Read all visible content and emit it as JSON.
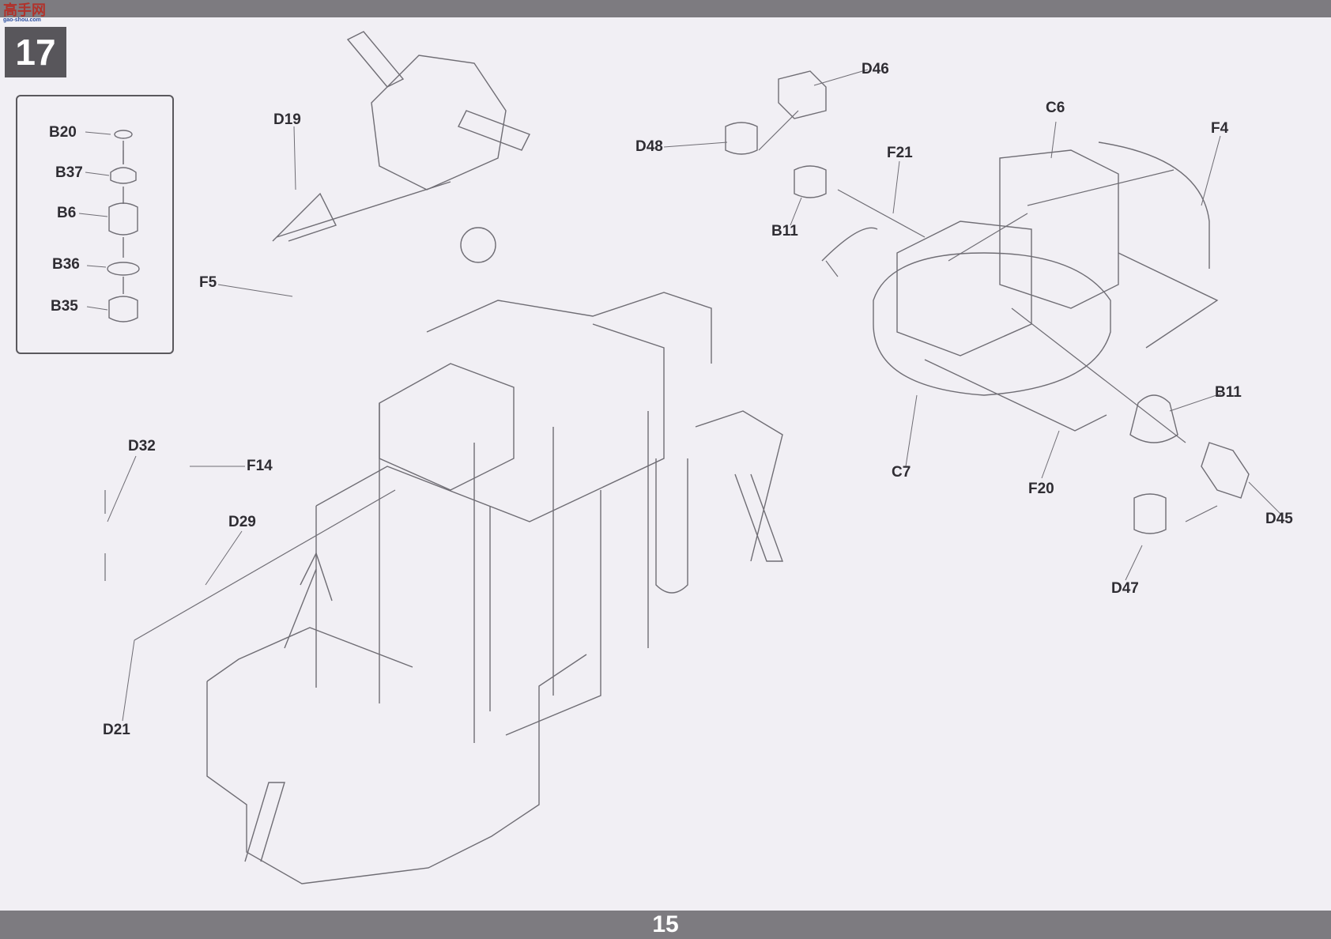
{
  "header": {
    "step_number": "17",
    "watermark_text": "高手网",
    "watermark_sub": "gao-shou.com"
  },
  "footer": {
    "page_number": "15"
  },
  "part_labels": {
    "B20": "B20",
    "B37": "B37",
    "B6": "B6",
    "B36": "B36",
    "B35": "B35",
    "D19": "D19",
    "F5": "F5",
    "D32": "D32",
    "F14": "F14",
    "D29": "D29",
    "D21": "D21",
    "D46": "D46",
    "D48": "D48",
    "B11_top": "B11",
    "F21": "F21",
    "C6": "C6",
    "F4": "F4",
    "B11_right": "B11",
    "C7": "C7",
    "F20": "F20",
    "D45": "D45",
    "D47": "D47"
  },
  "colors": {
    "line": "#6f6d74",
    "label": "#2f2d33",
    "bar": "#7d7b80",
    "badge": "#58565b"
  }
}
